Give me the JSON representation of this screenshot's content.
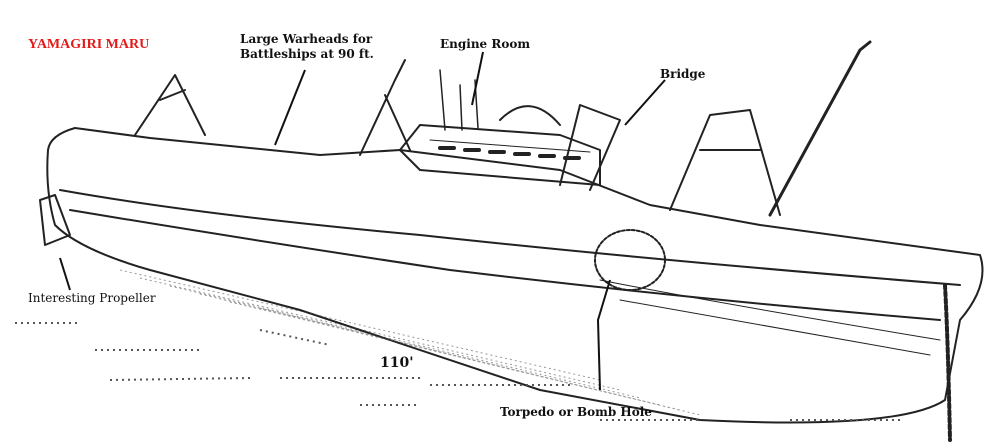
{
  "title": "YAMAGIRI MARU",
  "title_color": "#e21a1a",
  "labels": {
    "warheads_line1": "Large Warheads for",
    "warheads_line2": "Battleships at 90 ft.",
    "engine_room": "Engine Room",
    "bridge": "Bridge",
    "propeller": "Interesting Propeller",
    "length": "110'",
    "hole": "Torpedo or Bomb Hole"
  }
}
